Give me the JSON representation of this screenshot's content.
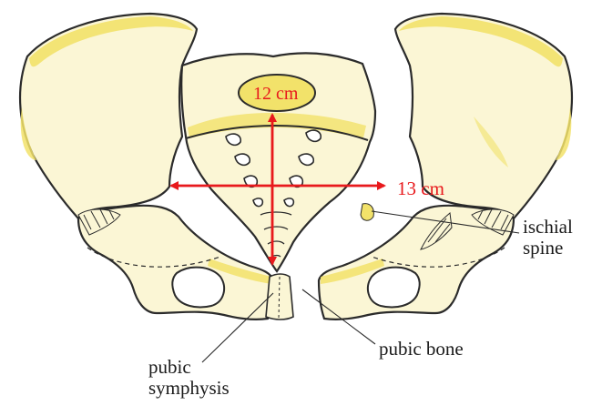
{
  "labels": {
    "conjugate": "12 cm",
    "transverse": "13 cm",
    "ischial_spine": [
      "ischial",
      "spine"
    ],
    "pubic_bone": "pubic bone",
    "pubic_symphysis": [
      "pubic",
      "symphysis"
    ]
  },
  "colors": {
    "bone_fill": "#fbf6d5",
    "bone_shade": "#f2e26a",
    "outline": "#2b2b2b",
    "arrow": "#e8191c"
  }
}
